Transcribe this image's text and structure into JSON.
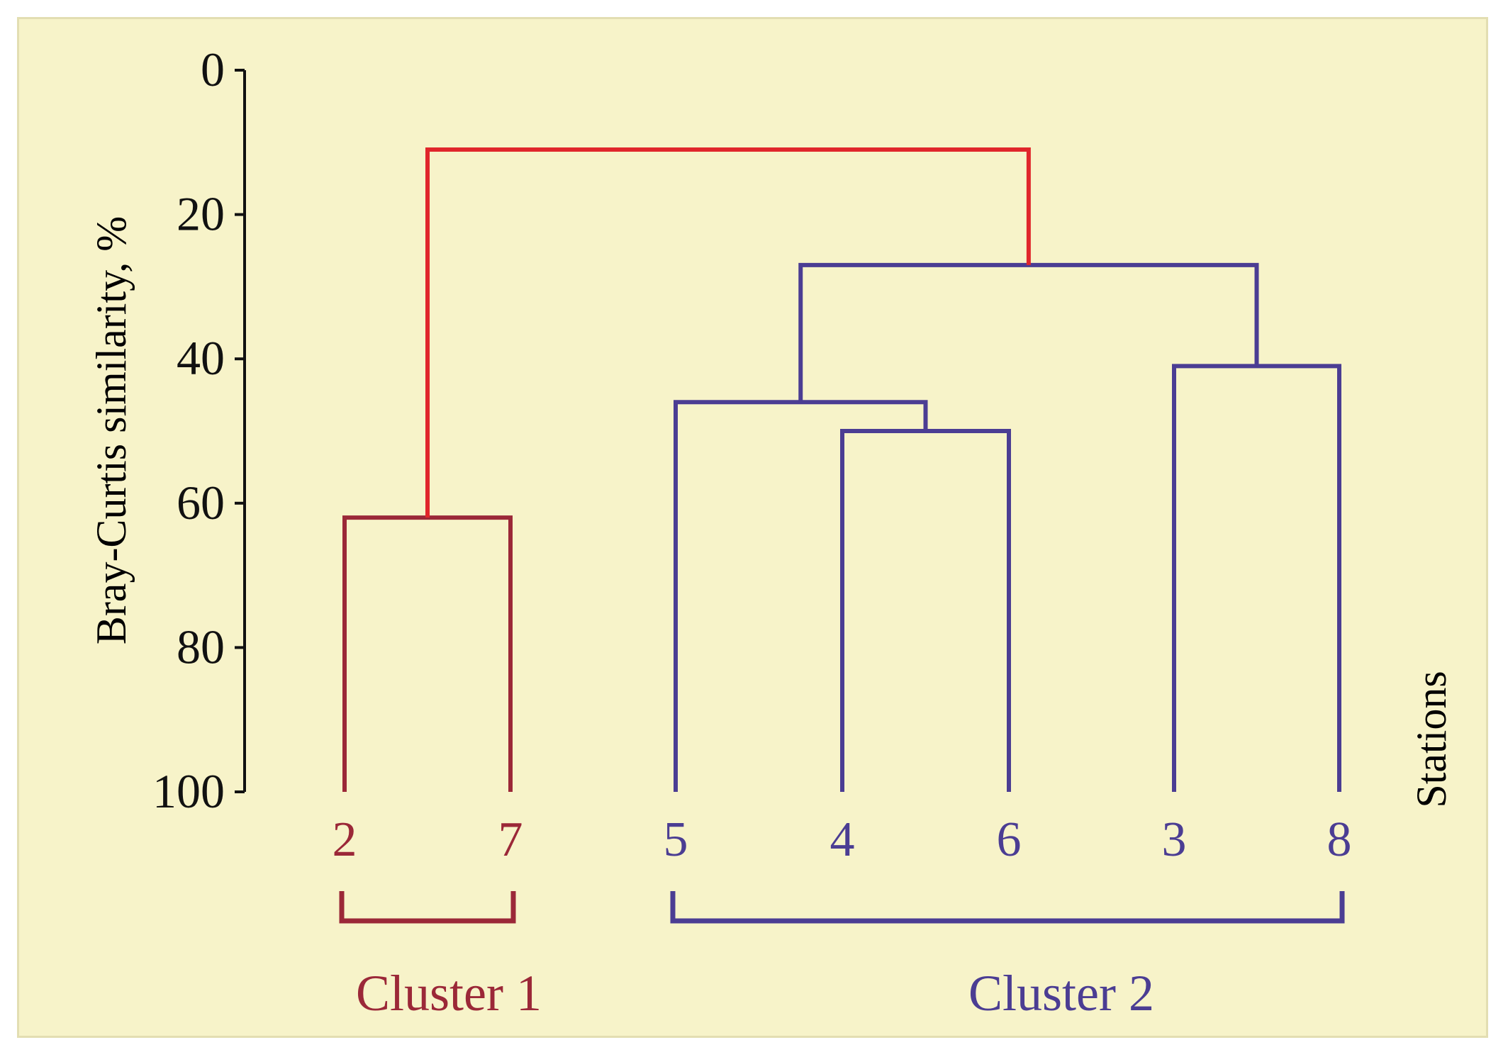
{
  "colors": {
    "background": "#f7f3c9",
    "axis": "#111111",
    "cluster1": "#9b2838",
    "cluster2": "#4b3d93",
    "root": "#e0262b"
  },
  "chart_data": {
    "type": "dendrogram",
    "ylabel": "Bray-Curtis similarity, %",
    "xlabel": "Stations",
    "ylim": [
      0,
      100
    ],
    "y_inverted": true,
    "yticks": [
      "0",
      "20",
      "40",
      "60",
      "80",
      "100"
    ],
    "leaves": [
      "2",
      "7",
      "5",
      "4",
      "6",
      "3",
      "8"
    ],
    "merges": [
      {
        "id": "m1",
        "left": "2",
        "right": "7",
        "similarity": 62,
        "color": "cluster1"
      },
      {
        "id": "m2",
        "left": "4",
        "right": "6",
        "similarity": 50,
        "color": "cluster2"
      },
      {
        "id": "m3",
        "left": "5",
        "right": "m2",
        "similarity": 46,
        "color": "cluster2"
      },
      {
        "id": "m4",
        "left": "3",
        "right": "8",
        "similarity": 41,
        "color": "cluster2"
      },
      {
        "id": "m5",
        "left": "m3",
        "right": "m4",
        "similarity": 27,
        "color": "cluster2"
      },
      {
        "id": "m6",
        "left": "m1",
        "right": "m5",
        "similarity": 11,
        "color": "root"
      }
    ],
    "clusters": [
      {
        "label": "Cluster 1",
        "members": [
          "2",
          "7"
        ],
        "color": "cluster1"
      },
      {
        "label": "Cluster 2",
        "members": [
          "5",
          "4",
          "6",
          "3",
          "8"
        ],
        "color": "cluster2"
      }
    ]
  }
}
